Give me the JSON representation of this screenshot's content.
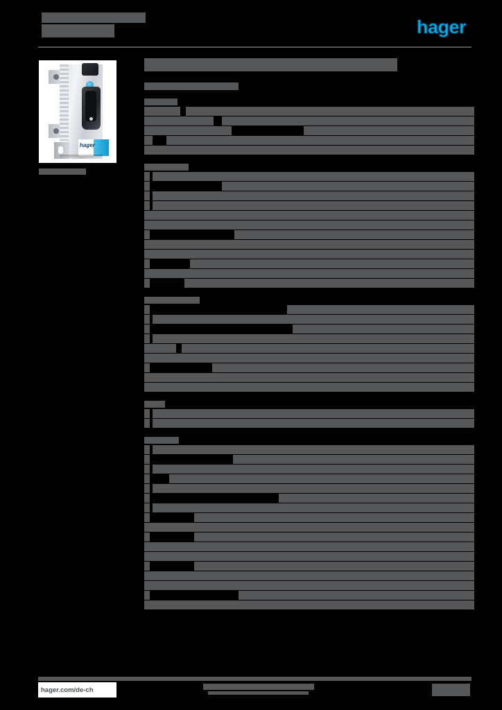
{
  "document": {
    "kind": "product-datasheet",
    "redacted": true,
    "brand_logo_text": "hager",
    "brand_color": "#00AEEF",
    "redaction_color": "#565759",
    "page_background": "#000000",
    "page_surface": "#000000"
  },
  "header": {
    "doc_type_label": "",
    "doc_title_label": "",
    "logo_label": "hager"
  },
  "left_column": {
    "product_image_alt": "product-photo",
    "product_image_brand_label": "hager",
    "caption_label": ""
  },
  "main": {
    "title": "",
    "subtitle": "",
    "sections": [
      {
        "heading": "",
        "rows": [
          {
            "key_w": 52,
            "gap": 8,
            "val_w": 416
          },
          {
            "key_w": 100,
            "gap": 12,
            "val_w": 364
          },
          {
            "key_w": 126,
            "gap": 104,
            "val_w": 246
          },
          {
            "key_w": 12,
            "gap": 20,
            "val_w": 444
          },
          {
            "key_w": 476,
            "gap": 0,
            "val_w": 0
          }
        ]
      },
      {
        "heading": "",
        "rows": [
          {
            "key_w": 8,
            "gap": 4,
            "val_w": 464
          },
          {
            "key_w": 8,
            "gap": 104,
            "val_w": 364
          },
          {
            "key_w": 8,
            "gap": 4,
            "val_w": 464
          },
          {
            "key_w": 8,
            "gap": 4,
            "val_w": 464
          },
          {
            "key_w": 476,
            "gap": 0,
            "val_w": 0
          },
          {
            "key_w": 476,
            "gap": 0,
            "val_w": 0
          },
          {
            "key_w": 8,
            "gap": 122,
            "val_w": 346
          },
          {
            "key_w": 476,
            "gap": 0,
            "val_w": 0
          },
          {
            "key_w": 476,
            "gap": 0,
            "val_w": 0
          },
          {
            "key_w": 8,
            "gap": 58,
            "val_w": 410
          },
          {
            "key_w": 476,
            "gap": 0,
            "val_w": 0
          },
          {
            "key_w": 8,
            "gap": 50,
            "val_w": 418
          }
        ]
      },
      {
        "heading": "",
        "rows": [
          {
            "key_w": 8,
            "gap": 198,
            "val_w": 270
          },
          {
            "key_w": 8,
            "gap": 4,
            "val_w": 464
          },
          {
            "key_w": 8,
            "gap": 206,
            "val_w": 262
          },
          {
            "key_w": 8,
            "gap": 4,
            "val_w": 464
          },
          {
            "key_w": 46,
            "gap": 8,
            "val_w": 422
          },
          {
            "key_w": 476,
            "gap": 0,
            "val_w": 0
          },
          {
            "key_w": 8,
            "gap": 90,
            "val_w": 378
          },
          {
            "key_w": 476,
            "gap": 0,
            "val_w": 0
          },
          {
            "key_w": 476,
            "gap": 0,
            "val_w": 0
          }
        ]
      },
      {
        "heading": "",
        "rows": [
          {
            "key_w": 8,
            "gap": 4,
            "val_w": 464
          },
          {
            "key_w": 8,
            "gap": 4,
            "val_w": 464
          }
        ]
      },
      {
        "heading": "",
        "rows": [
          {
            "key_w": 8,
            "gap": 4,
            "val_w": 464
          },
          {
            "key_w": 8,
            "gap": 120,
            "val_w": 348
          },
          {
            "key_w": 8,
            "gap": 4,
            "val_w": 464
          },
          {
            "key_w": 8,
            "gap": 28,
            "val_w": 440
          },
          {
            "key_w": 8,
            "gap": 4,
            "val_w": 464
          },
          {
            "key_w": 8,
            "gap": 186,
            "val_w": 282
          },
          {
            "key_w": 8,
            "gap": 4,
            "val_w": 464
          },
          {
            "key_w": 8,
            "gap": 64,
            "val_w": 404
          },
          {
            "key_w": 476,
            "gap": 0,
            "val_w": 0
          },
          {
            "key_w": 8,
            "gap": 64,
            "val_w": 404
          },
          {
            "key_w": 476,
            "gap": 0,
            "val_w": 0
          },
          {
            "key_w": 476,
            "gap": 0,
            "val_w": 0
          },
          {
            "key_w": 8,
            "gap": 64,
            "val_w": 404
          },
          {
            "key_w": 476,
            "gap": 0,
            "val_w": 0
          },
          {
            "key_w": 476,
            "gap": 0,
            "val_w": 0
          },
          {
            "key_w": 8,
            "gap": 128,
            "val_w": 340
          },
          {
            "key_w": 476,
            "gap": 0,
            "val_w": 0
          }
        ]
      }
    ]
  },
  "footer": {
    "url": "hager.com/de-ch",
    "center_label": "",
    "center_label_2": "",
    "page_label": "",
    "page_label_2": ""
  }
}
